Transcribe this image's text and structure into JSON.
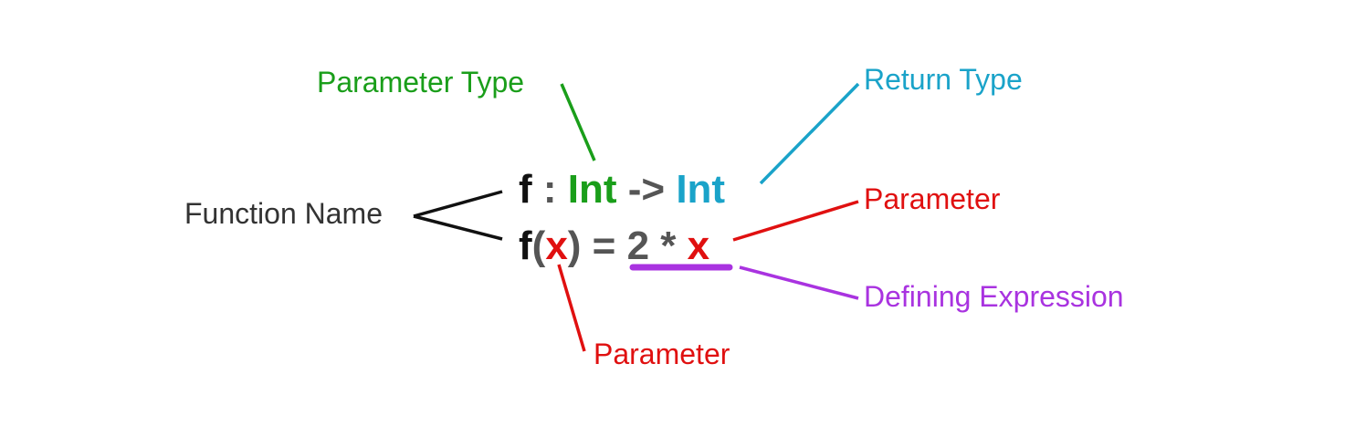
{
  "colors": {
    "black": "#111111",
    "gray": "#555555",
    "green": "#1a9e1a",
    "blue": "#1aa3c9",
    "red": "#e01010",
    "purple": "#a933e0"
  },
  "labels": {
    "parameter_type": "Parameter Type",
    "return_type": "Return Type",
    "function_name": "Function Name",
    "parameter_right": "Parameter",
    "defining_expression": "Defining Expression",
    "parameter_bottom": "Parameter"
  },
  "signature": {
    "name": "f",
    "colon": " : ",
    "param_type": "Int",
    "arrow": " -> ",
    "return_type": "Int"
  },
  "definition": {
    "name": "f",
    "open_paren": "(",
    "param": "x",
    "close_paren": ")",
    "equals": " = ",
    "expr_const": "2 * ",
    "expr_var": "x"
  }
}
